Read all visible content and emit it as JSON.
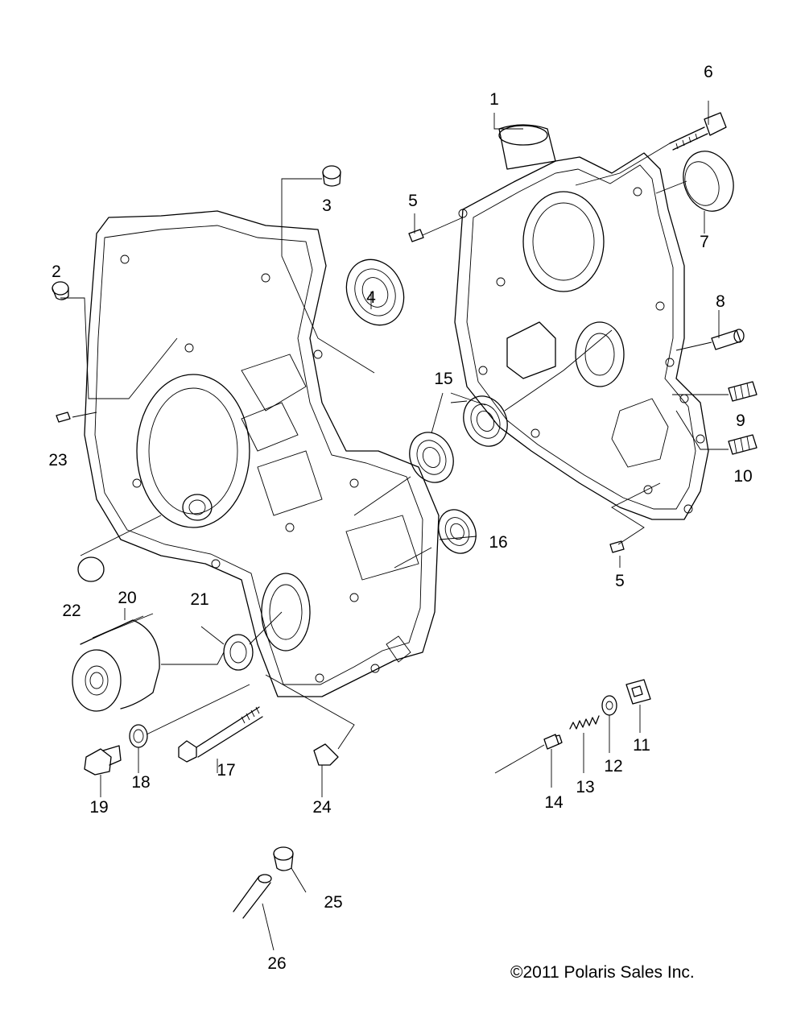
{
  "diagram": {
    "callouts": [
      "1",
      "2",
      "3",
      "4",
      "5",
      "5",
      "6",
      "7",
      "8",
      "9",
      "10",
      "11",
      "12",
      "13",
      "14",
      "15",
      "16",
      "17",
      "18",
      "19",
      "20",
      "21",
      "22",
      "23",
      "24",
      "25",
      "26"
    ],
    "copyright": "©2011 Polaris Sales Inc."
  }
}
